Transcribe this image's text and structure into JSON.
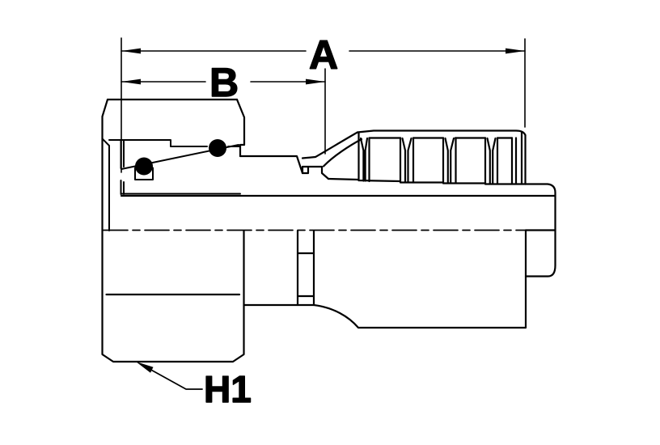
{
  "drawing": {
    "labels": {
      "dim_a": "A",
      "dim_b": "B",
      "hex_nut": "H1"
    },
    "colors": {
      "line": "#000000",
      "background": "#ffffff"
    }
  }
}
